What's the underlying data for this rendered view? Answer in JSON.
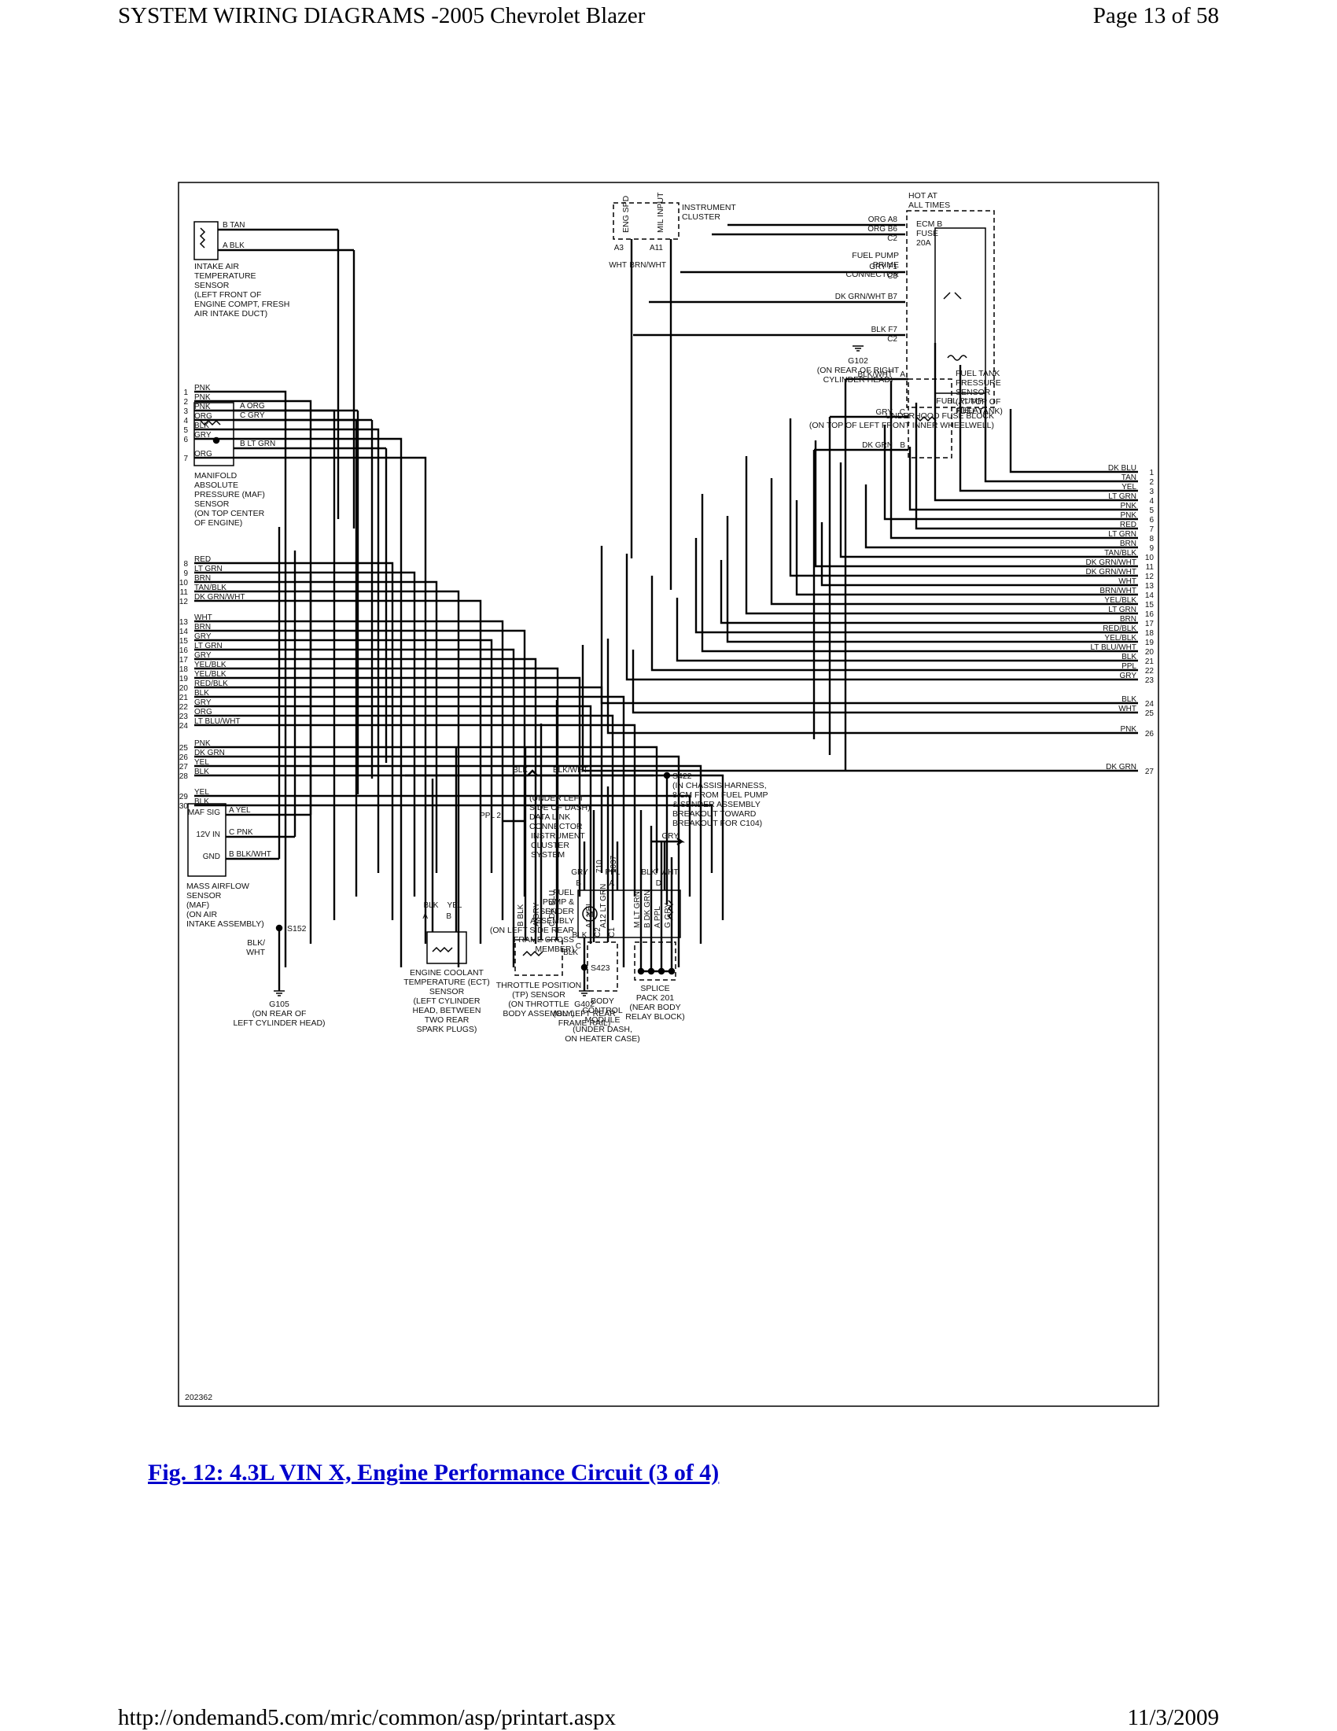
{
  "header": {
    "title": "SYSTEM WIRING DIAGRAMS -2005 Chevrolet Blazer",
    "page": "Page 13 of 58"
  },
  "footer": {
    "url": "http://ondemand5.com/mric/common/asp/printart.aspx",
    "date": "11/3/2009"
  },
  "caption": "Fig. 12: 4.3L VIN X, Engine Performance Circuit (3 of 4)",
  "diagram": {
    "figure_id": "202362",
    "components": {
      "iat": {
        "lines": [
          "INTAKE AIR",
          "TEMPERATURE",
          "SENSOR",
          "(LEFT FRONT OF",
          "ENGINE COMPT, FRESH",
          "AIR INTAKE DUCT)"
        ],
        "pins": [
          {
            "pin": "B",
            "color": "TAN"
          },
          {
            "pin": "A",
            "color": "BLK"
          }
        ]
      },
      "map": {
        "lines": [
          "MANIFOLD",
          "ABSOLUTE",
          "PRESSURE (MAF)",
          "SENSOR",
          "(ON TOP CENTER",
          "OF ENGINE)"
        ],
        "pins": [
          {
            "pin": "A",
            "color": "ORG"
          },
          {
            "pin": "C",
            "color": "GRY"
          },
          {
            "pin": "B",
            "color": "LT GRN"
          }
        ]
      },
      "cluster_top": {
        "lines": [
          "INSTRUMENT",
          "CLUSTER"
        ],
        "inner": [
          "ENG SPD",
          "MIL INPUT"
        ],
        "pins": [
          {
            "pin": "A3",
            "color": "WHT"
          },
          {
            "pin": "A11",
            "color": "BRN/WHT"
          }
        ]
      },
      "fuse_block": {
        "hot": [
          "HOT AT",
          "ALL TIMES"
        ],
        "fuse": [
          "ECM B",
          "FUSE",
          "20A"
        ],
        "wires": [
          {
            "color": "ORG",
            "pin": "A8"
          },
          {
            "color": "ORG",
            "pin": "B6"
          },
          {
            "color": "",
            "pin": "C2"
          },
          {
            "color": "GRY",
            "pin": "F1"
          },
          {
            "color": "",
            "pin": "C3"
          },
          {
            "color": "DK GRN/WHT",
            "pin": "B7"
          },
          {
            "color": "BLK",
            "pin": "F7"
          },
          {
            "color": "",
            "pin": "C2"
          }
        ],
        "prime": [
          "FUEL PUMP",
          "PRIME",
          "CONNECTOR"
        ],
        "relay": [
          "FUEL PUMP",
          "RELAY"
        ],
        "lines": [
          "UNDERHOOD FUSE BLOCK",
          "(ON TOP OF LEFT FRONT INNER WHEELWELL)"
        ]
      },
      "g102": {
        "lines": [
          "G102",
          "(ON REAR OF RIGHT",
          "CYLINDER HEAD)"
        ]
      },
      "ftp": {
        "lines": [
          "FUEL TANK",
          "PRESSURE",
          "SENSOR",
          "(AT TOP OF",
          "FUEL TANK)"
        ],
        "pins": [
          {
            "pin": "A",
            "color": "BLK/WHT"
          },
          {
            "pin": "C",
            "color": "GRY"
          },
          {
            "pin": "B",
            "color": "DK GRN"
          }
        ]
      },
      "maf": {
        "pins": [
          {
            "label": "MAF SIG",
            "pin": "A",
            "color": "YEL"
          },
          {
            "label": "12V IN",
            "pin": "C",
            "color": "PNK"
          },
          {
            "label": "GND",
            "pin": "B",
            "color": "BLK/WHT"
          }
        ],
        "lines": [
          "MASS AIRFLOW",
          "SENSOR",
          "(MAF)",
          "(ON AIR",
          "INTAKE ASSEMBLY)"
        ]
      },
      "s152": {
        "label": "S152",
        "wire": [
          "BLK/",
          "WHT"
        ]
      },
      "g105": {
        "lines": [
          "G105",
          "(ON REAR OF",
          "LEFT CYLINDER HEAD)"
        ]
      },
      "ect": {
        "pins": [
          {
            "pin": "A",
            "color": "BLK"
          },
          {
            "pin": "B",
            "color": "YEL"
          }
        ],
        "lines": [
          "ENGINE COOLANT",
          "TEMPERATURE (ECT)",
          "SENSOR",
          "(LEFT CYLINDER",
          "HEAD, BETWEEN",
          "TWO REAR",
          "SPARK PLUGS)"
        ]
      },
      "tp": {
        "pins": [
          {
            "pin": "B",
            "color": "BLK"
          },
          {
            "pin": "A",
            "color": "GRY"
          },
          {
            "pin": "C",
            "color": "DK BLU"
          }
        ],
        "lines": [
          "THROTTLE POSITION",
          "(TP) SENSOR",
          "(ON THROTTLE",
          "BODY ASSEMBLY)"
        ]
      },
      "bcm": {
        "circuits": [
          "710",
          "1037"
        ],
        "pins": [
          {
            "pin": "A1",
            "color": "YEL",
            "conn": "C2"
          },
          {
            "pin": "A12",
            "color": "LT GRN",
            "conn": "C1"
          }
        ],
        "lines": [
          "BODY",
          "CONTROL",
          "MODULE",
          "(UNDER DASH,",
          "ON HEATER CASE)"
        ]
      },
      "splice": {
        "pins": [
          {
            "pin": "M",
            "color": "LT GRN"
          },
          {
            "pin": "B",
            "color": "DK GRN"
          },
          {
            "pin": "A",
            "color": "PPL"
          },
          {
            "pin": "G",
            "color": "GRY"
          }
        ],
        "lines": [
          "SPLICE",
          "PACK 201",
          "(NEAR BODY",
          "RELAY BLOCK)"
        ]
      },
      "dlc": {
        "wire": "PPL",
        "pin": "2",
        "lines": [
          "(UNDER LEFT",
          "SIDE OF DASH)",
          "DATA LINK",
          "CONNECTOR"
        ]
      },
      "cluster_bottom": {
        "wire": "GRY",
        "lines": [
          "INSTRUMENT",
          "CLUSTER",
          "SYSTEM"
        ]
      },
      "s422": {
        "label": "S422",
        "lines": [
          "(IN CHASSIS HARNESS,",
          "8 CM FROM FUEL PUMP",
          "& SENDER ASSEMBLY",
          "BREAKOUT TOWARD",
          "BREAKOUT FOR C104)"
        ]
      },
      "pump": {
        "pins": [
          {
            "pin": "B",
            "color": "GRY"
          },
          {
            "pin": "A",
            "color": "PPL"
          },
          {
            "pin": "D",
            "color": "BLK/ WHT"
          },
          {
            "pin": "C",
            "color": "BLK"
          }
        ],
        "lines": [
          "FUEL",
          "PUMP &",
          "SENDER",
          "ASSEMBLY",
          "(ON LEFT SIDE REAR",
          "FRAME CROSS",
          "MEMBER)"
        ]
      },
      "s423": {
        "label": "S423",
        "wire": "BLK"
      },
      "g402": {
        "lines": [
          "G402",
          "(ON LEFT REAR",
          "FRAME RAIL)"
        ]
      },
      "blk_wire": {
        "left": "BLK",
        "right": "BLK/WHT"
      }
    },
    "left_wires": [
      {
        "n": "1",
        "color": "PNK"
      },
      {
        "n": "2",
        "color": "PNK"
      },
      {
        "n": "3",
        "color": "PNK"
      },
      {
        "n": "4",
        "color": "ORG"
      },
      {
        "n": "5",
        "color": "BLK"
      },
      {
        "n": "6",
        "color": "GRY"
      },
      {
        "n": "7",
        "color": "ORG"
      },
      {
        "n": "8",
        "color": "RED"
      },
      {
        "n": "9",
        "color": "LT GRN"
      },
      {
        "n": "10",
        "color": "BRN"
      },
      {
        "n": "11",
        "color": "TAN/BLK"
      },
      {
        "n": "12",
        "color": "DK GRN/WHT"
      },
      {
        "n": "13",
        "color": "WHT"
      },
      {
        "n": "14",
        "color": "BRN"
      },
      {
        "n": "15",
        "color": "GRY"
      },
      {
        "n": "16",
        "color": "LT GRN"
      },
      {
        "n": "17",
        "color": "GRY"
      },
      {
        "n": "18",
        "color": "YEL/BLK"
      },
      {
        "n": "19",
        "color": "YEL/BLK"
      },
      {
        "n": "20",
        "color": "RED/BLK"
      },
      {
        "n": "21",
        "color": "BLK"
      },
      {
        "n": "22",
        "color": "GRY"
      },
      {
        "n": "23",
        "color": "ORG"
      },
      {
        "n": "24",
        "color": "LT BLU/WHT"
      },
      {
        "n": "25",
        "color": "PNK"
      },
      {
        "n": "26",
        "color": "DK GRN"
      },
      {
        "n": "27",
        "color": "YEL"
      },
      {
        "n": "28",
        "color": "BLK"
      },
      {
        "n": "29",
        "color": "YEL"
      },
      {
        "n": "30",
        "color": "BLK"
      }
    ],
    "right_wires": [
      {
        "n": "1",
        "color": "DK BLU"
      },
      {
        "n": "2",
        "color": "TAN"
      },
      {
        "n": "3",
        "color": "YEL"
      },
      {
        "n": "4",
        "color": "LT GRN"
      },
      {
        "n": "5",
        "color": "PNK"
      },
      {
        "n": "6",
        "color": "PNK"
      },
      {
        "n": "7",
        "color": "RED"
      },
      {
        "n": "8",
        "color": "LT GRN"
      },
      {
        "n": "9",
        "color": "BRN"
      },
      {
        "n": "10",
        "color": "TAN/BLK"
      },
      {
        "n": "11",
        "color": "DK GRN/WHT"
      },
      {
        "n": "12",
        "color": "DK GRN/WHT"
      },
      {
        "n": "13",
        "color": "WHT"
      },
      {
        "n": "14",
        "color": "BRN/WHT"
      },
      {
        "n": "15",
        "color": "YEL/BLK"
      },
      {
        "n": "16",
        "color": "LT GRN"
      },
      {
        "n": "17",
        "color": "BRN"
      },
      {
        "n": "18",
        "color": "RED/BLK"
      },
      {
        "n": "19",
        "color": "YEL/BLK"
      },
      {
        "n": "20",
        "color": "LT BLU/WHT"
      },
      {
        "n": "21",
        "color": "BLK"
      },
      {
        "n": "22",
        "color": "PPL"
      },
      {
        "n": "23",
        "color": "GRY"
      },
      {
        "n": "24",
        "color": "BLK"
      },
      {
        "n": "25",
        "color": "WHT"
      },
      {
        "n": "26",
        "color": "PNK"
      },
      {
        "n": "27",
        "color": "DK GRN"
      }
    ]
  }
}
